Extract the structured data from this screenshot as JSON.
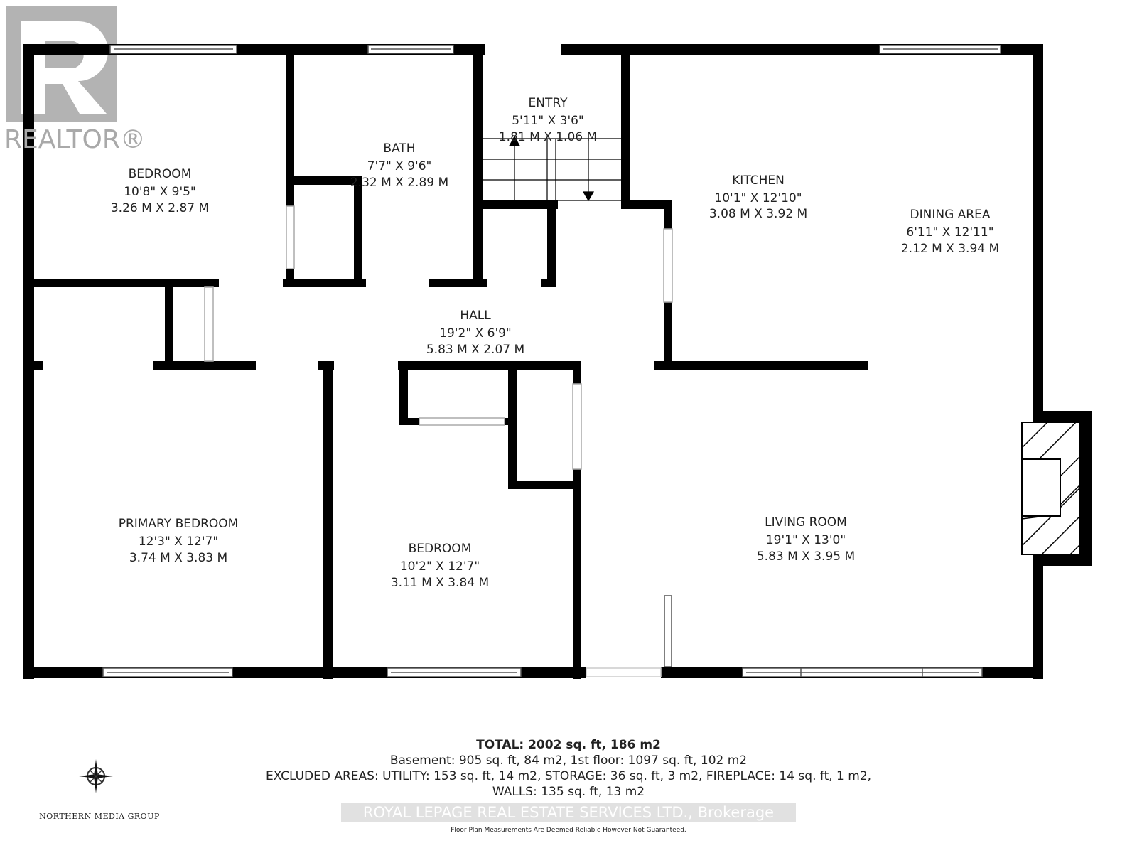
{
  "logo": {
    "text": "REALTOR®",
    "color": "#a9a9a9"
  },
  "rooms": {
    "bedroom1": {
      "name": "BEDROOM",
      "imperial": "10'8\" X 9'5\"",
      "metric": "3.26 M X 2.87 M"
    },
    "bath": {
      "name": "BATH",
      "imperial": "7'7\" X 9'6\"",
      "metric": "2.32 M X 2.89 M"
    },
    "entry": {
      "name": "ENTRY",
      "imperial": "5'11\" X 3'6\"",
      "metric": "1.81 M X 1.06 M"
    },
    "kitchen": {
      "name": "KITCHEN",
      "imperial": "10'1\" X 12'10\"",
      "metric": "3.08 M X 3.92 M"
    },
    "dining": {
      "name": "DINING AREA",
      "imperial": "6'11\" X 12'11\"",
      "metric": "2.12 M X 3.94 M"
    },
    "hall": {
      "name": "HALL",
      "imperial": "19'2\" X 6'9\"",
      "metric": "5.83 M X 2.07 M"
    },
    "primary": {
      "name": "PRIMARY BEDROOM",
      "imperial": "12'3\" X 12'7\"",
      "metric": "3.74 M X 3.83 M"
    },
    "bedroom2": {
      "name": "BEDROOM",
      "imperial": "10'2\" X 12'7\"",
      "metric": "3.11 M X 3.84 M"
    },
    "living": {
      "name": "LIVING ROOM",
      "imperial": "19'1\" X 13'0\"",
      "metric": "5.83 M X 3.95 M"
    }
  },
  "summary": {
    "total": "TOTAL: 2002 sq. ft, 186 m2",
    "floors": "Basement: 905 sq. ft, 84 m2, 1st floor: 1097 sq. ft, 102 m2",
    "excluded": "EXCLUDED AREAS: UTILITY: 153 sq. ft, 14 m2, STORAGE: 36 sq. ft, 3 m2, FIREPLACE: 14 sq. ft, 1 m2,",
    "walls": "WALLS: 135 sq. ft, 13 m2",
    "watermark": "ROYAL LEPAGE REAL ESTATE SERVICES LTD., Brokerage",
    "disclaimer": "Floor Plan Measurements Are Deemed Reliable However Not Guaranteed."
  },
  "brand": {
    "name": "NORTHERN MEDIA GROUP",
    "icon": "compass-rose-icon"
  }
}
